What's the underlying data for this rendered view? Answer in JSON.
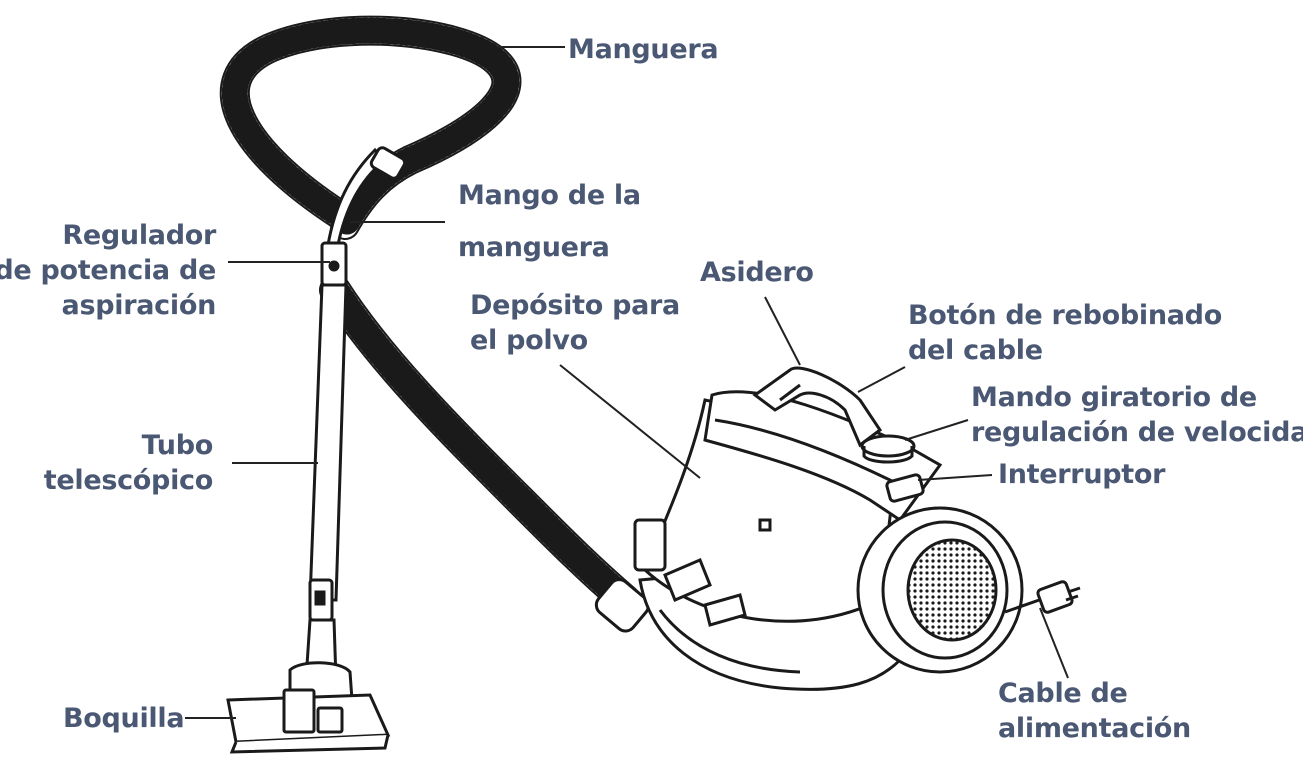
{
  "labels": {
    "manguera": "Manguera",
    "mango_1": "Mango de la",
    "mango_2": "manguera",
    "regulador_1": "Regulador",
    "regulador_2": "de potencia de",
    "regulador_3": "aspiración",
    "asidero": "Asidero",
    "deposito_1": "Depósito para",
    "deposito_2": "el polvo",
    "boton_1": "Botón de rebobinado",
    "boton_2": "del cable",
    "mando_1": "Mando giratorio de",
    "mando_2": "regulación de velocidad",
    "interruptor": "Interruptor",
    "tubo_1": "Tubo",
    "tubo_2": "telescópico",
    "cable_1": "Cable de",
    "cable_2": "alimentación",
    "boquilla": "Boquilla"
  },
  "colors": {
    "label_text": "#4a5873",
    "leader_line": "#222222",
    "drawing": "#1a1a1a"
  }
}
